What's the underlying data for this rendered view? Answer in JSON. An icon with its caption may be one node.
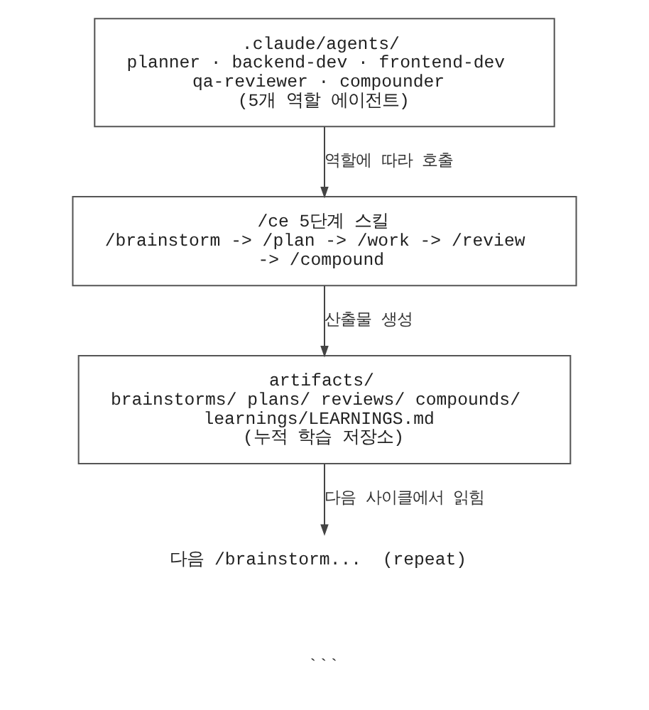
{
  "diagram": {
    "nodes": [
      {
        "text": [
          ".claude/agents/",
          "planner · backend-dev · frontend-dev qa-reviewer · compounder",
          "(5개 역할 에이전트)"
        ]
      },
      {
        "text": [
          "/ce 5단계 스킬",
          "/brainstorm -> /plan -> /work -> /review -> /compound"
        ]
      },
      {
        "text": [
          "artifacts/",
          "brainstorms/ plans/ reviews/ compounds/ learnings/LEARNINGS.md",
          "(누적 학습 저장소)"
        ]
      },
      {
        "text": [
          "다음 /brainstorm...  (repeat)"
        ]
      }
    ],
    "edges": [
      {
        "from": 0,
        "to": 1,
        "arrow": "to",
        "label": "역할에 따라 호출"
      },
      {
        "from": 1,
        "to": 2,
        "arrow": "to",
        "label": "산출물 생성"
      },
      {
        "from": 2,
        "to": 3,
        "arrow": "to",
        "label": "다음 사이클에서 읽힘"
      }
    ],
    "labels": [
      "```"
    ]
  }
}
